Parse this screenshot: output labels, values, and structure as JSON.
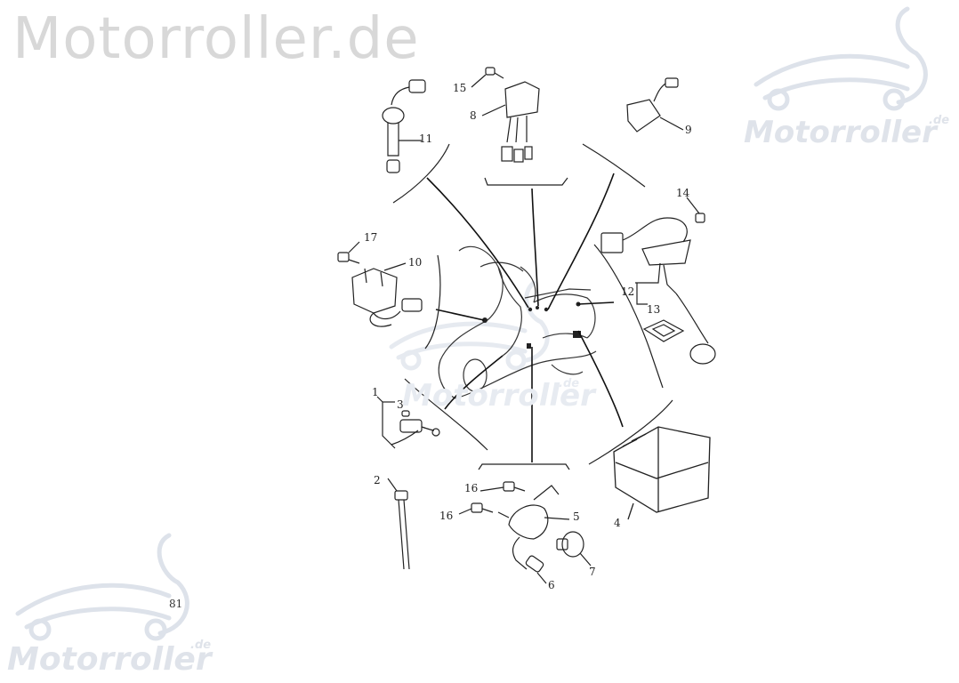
{
  "watermark": {
    "top_text": "Motorroller.de",
    "brand_text": "Motorroller",
    "brand_suffix": ".de"
  },
  "callouts": {
    "c1": "1",
    "c2": "2",
    "c3": "3",
    "c4": "4",
    "c5": "5",
    "c6": "6",
    "c7": "7",
    "c8": "8",
    "c9": "9",
    "c10": "10",
    "c11": "11",
    "c12": "12",
    "c13": "13",
    "c14": "14",
    "c15": "15",
    "c16a": "16",
    "c16b": "16",
    "c17": "17"
  },
  "page_number": "81"
}
